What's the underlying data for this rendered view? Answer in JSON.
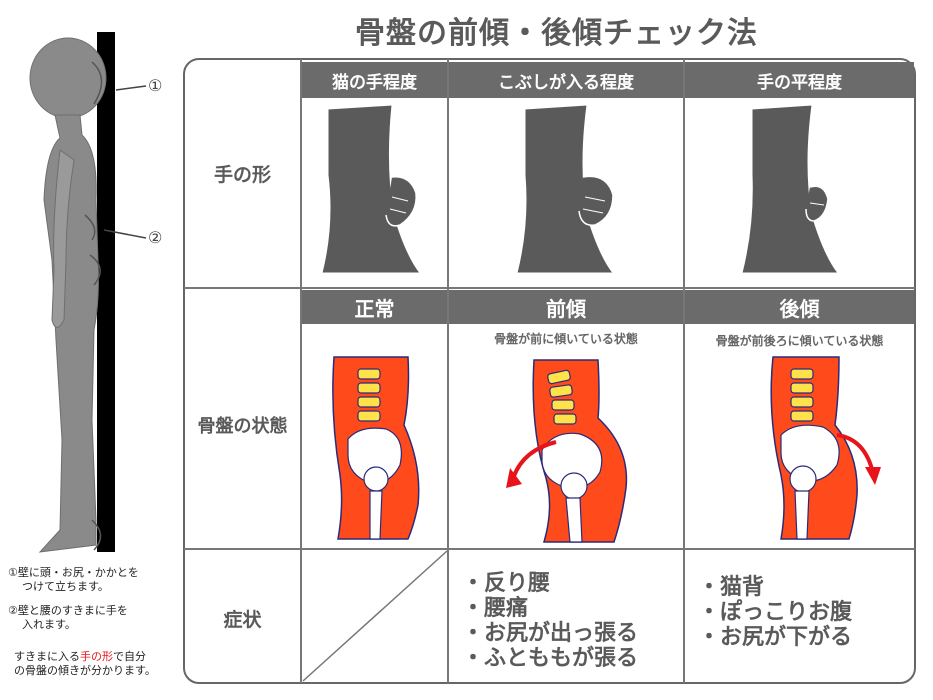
{
  "title": "骨盤の前傾・後傾チェック法",
  "columns": {
    "hand": [
      "猫の手程度",
      "こぶしが入る程度",
      "手の平程度"
    ],
    "state": [
      "正常",
      "前傾",
      "後傾"
    ]
  },
  "row_labels": {
    "hand_shape": "手の形",
    "pelvis_state": "骨盤の状態",
    "symptoms": "症状"
  },
  "captions": {
    "anterior": "骨盤が前に傾いている状態",
    "posterior": "骨盤が前後ろに傾いている状態"
  },
  "symptoms": {
    "anterior": [
      "・反り腰",
      "・腰痛",
      "・お尻が出っ張る",
      "・ふとももが張る"
    ],
    "posterior": [
      "・猫背",
      "・ぽっこりお腹",
      "・お尻が下がる"
    ]
  },
  "figure": {
    "marker1": "①",
    "marker2": "②"
  },
  "notes": {
    "step1_line1": "①壁に頭・お尻・かかとを",
    "step1_line2": "つけて立ちます。",
    "step2_line1": "②壁と腰のすきまに手を",
    "step2_line2": "入れます。",
    "summary_pre": "すきまに入る",
    "summary_highlight": "手の形",
    "summary_post": "で自分",
    "summary_line2": "の骨盤の傾きが分かります。"
  },
  "colors": {
    "header_bg": "#6b6b6b",
    "pelvis_bg": "#ff4a1c",
    "arrow": "#e8141c",
    "body_gray": "#8a8a8a",
    "wall": "#000000",
    "highlight_text": "#e8141c"
  },
  "icons": [
    "anterior-tilt-arrow-icon",
    "posterior-tilt-arrow-icon"
  ]
}
